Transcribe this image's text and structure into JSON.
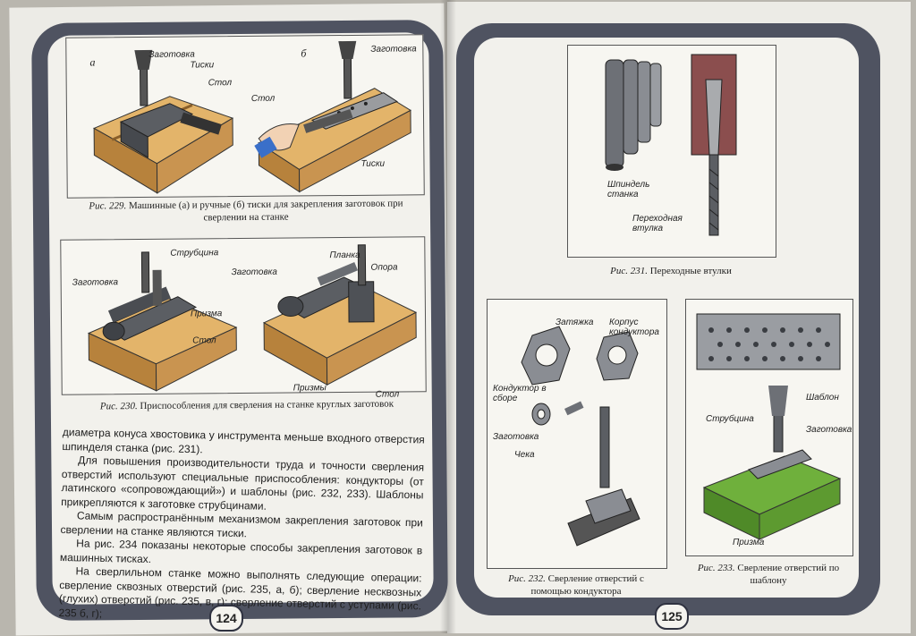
{
  "left_page": {
    "page_number": "124",
    "fig229": {
      "panel_a": "а",
      "panel_b": "б",
      "labels": {
        "a_workpiece": "Заготовка",
        "a_vise": "Тиски",
        "a_table": "Стол",
        "b_workpiece": "Заготовка",
        "b_table": "Стол",
        "b_vise": "Тиски"
      },
      "caption_no": "Рис. 229.",
      "caption_text": "Машинные (а) и ручные (б) тиски для закрепления заготовок при сверлении на станке"
    },
    "fig230": {
      "labels": {
        "clamp": "Струбцина",
        "workpiece_left": "Заготовка",
        "prism": "Призма",
        "table_left": "Стол",
        "workpiece_right": "Заготовка",
        "bar": "Планка",
        "support": "Опора",
        "prisms": "Призмы",
        "table_right": "Стол"
      },
      "caption_no": "Рис. 230.",
      "caption_text": "Приспособления для сверления на станке круглых заготовок"
    },
    "body_paragraphs": [
      "диаметра конуса хвостовика у инструмента меньше входного отверстия шпинделя станка (рис. 231).",
      "Для повышения производительности труда и точности сверления отверстий используют специальные приспособления: кондукторы (от латинского «сопровождающий») и шаблоны (рис. 232, 233). Шаблоны прикрепляются к заготовке струбцинами.",
      "Самым распространённым механизмом закрепления заготовок при сверлении на станке являются тиски.",
      "На рис. 234 показаны некоторые способы закрепления заготовок в машинных тисках.",
      "На сверлильном станке можно выполнять следующие операции: сверление сквозных отверстий (рис. 235, а, б); сверление несквозных (глухих) отверстий (рис. 235, в, г); сверление отверстий с уступами (рис. 235 б, г);"
    ]
  },
  "right_page": {
    "page_number": "125",
    "fig231": {
      "labels": {
        "spindle": "Шпиндель станка",
        "sleeve": "Переходная втулка"
      },
      "caption_no": "Рис. 231.",
      "caption_text": "Переходные втулки"
    },
    "fig232": {
      "labels": {
        "tie": "Затяжка",
        "body": "Корпус кондуктора",
        "assembled": "Кондуктор в сборе",
        "workpiece": "Заготовка",
        "pin": "Чека"
      },
      "caption_no": "Рис. 232.",
      "caption_text": "Сверление отверстий с помощью кондуктора"
    },
    "fig233": {
      "labels": {
        "template": "Шаблон",
        "clamp": "Струбцина",
        "workpiece": "Заготовка",
        "prism": "Призма"
      },
      "caption_no": "Рис. 233.",
      "caption_text": "Сверление отверстий по шаблону"
    }
  },
  "colors": {
    "frame": "#4f5361",
    "wood": "#e3b46a",
    "wood_dark": "#b7823c",
    "metal": "#5b5e63",
    "green": "#6fb03c"
  }
}
